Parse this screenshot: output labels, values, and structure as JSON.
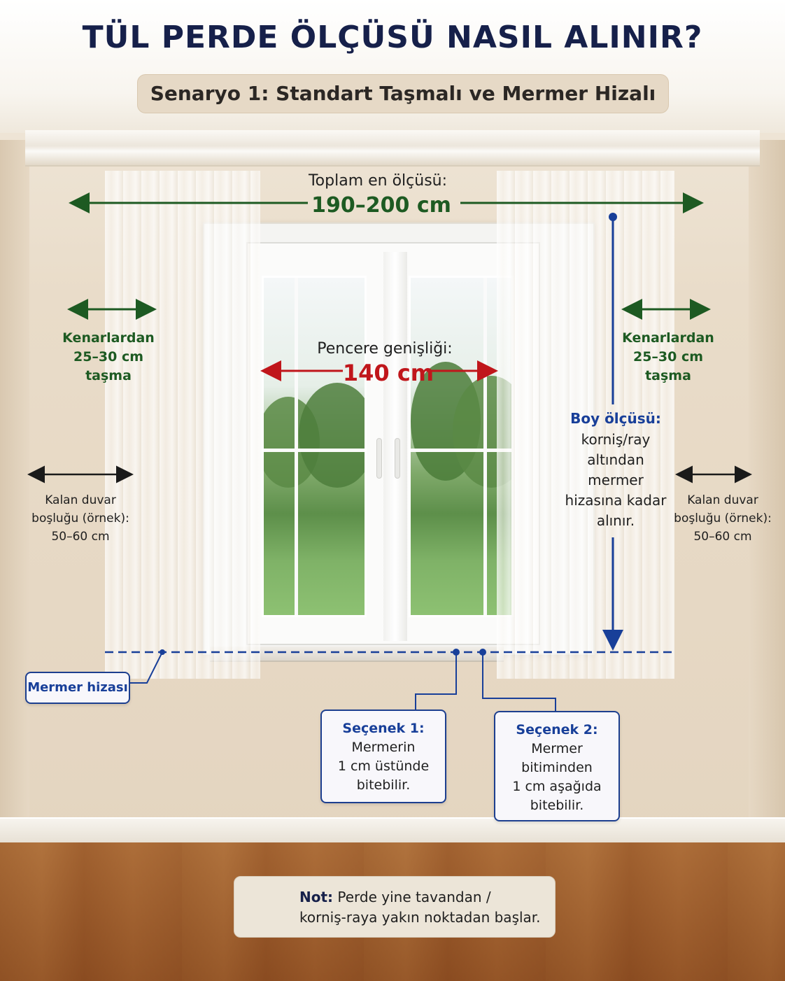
{
  "title": "TÜL PERDE ÖLÇÜSÜ NASIL ALINIR?",
  "subtitle": "Senaryo 1: Standart Taşmalı ve Mermer Hizalı",
  "total_width": {
    "label": "Toplam en ölçüsü:",
    "value": "190–200 cm"
  },
  "overhang": {
    "line1": "Kenarlardan",
    "line2": "25–30 cm",
    "line3": "taşma"
  },
  "window_width": {
    "label": "Pencere genişliği:",
    "value": "140 cm"
  },
  "height": {
    "title": "Boy ölçüsü:",
    "line1": "korniş/ray",
    "line2": "altından",
    "line3": "mermer",
    "line4": "hizasına kadar",
    "line5": "alınır."
  },
  "wall_space": {
    "line1": "Kalan duvar",
    "line2": "boşluğu (örnek):",
    "line3": "50–60 cm"
  },
  "marble_label": "Mermer hizası",
  "option1": {
    "title": "Seçenek 1:",
    "line1": "Mermerin",
    "line2": "1 cm üstünde",
    "line3": "bitebilir."
  },
  "option2": {
    "title": "Seçenek 2:",
    "line1": "Mermer",
    "line2": "bitiminden",
    "line3": "1 cm aşağıda",
    "line4": "bitebilir."
  },
  "note": {
    "strong": "Not:",
    "text1": "Perde yine tavandan /",
    "text2": "korniş-raya yakın noktadan başlar."
  },
  "colors": {
    "navy": "#16204a",
    "green": "#1d5a22",
    "red": "#c0161b",
    "blue": "#183f99",
    "black": "#1a1a1a"
  },
  "icons": {
    "note_icon": "lightbulb-icon"
  }
}
